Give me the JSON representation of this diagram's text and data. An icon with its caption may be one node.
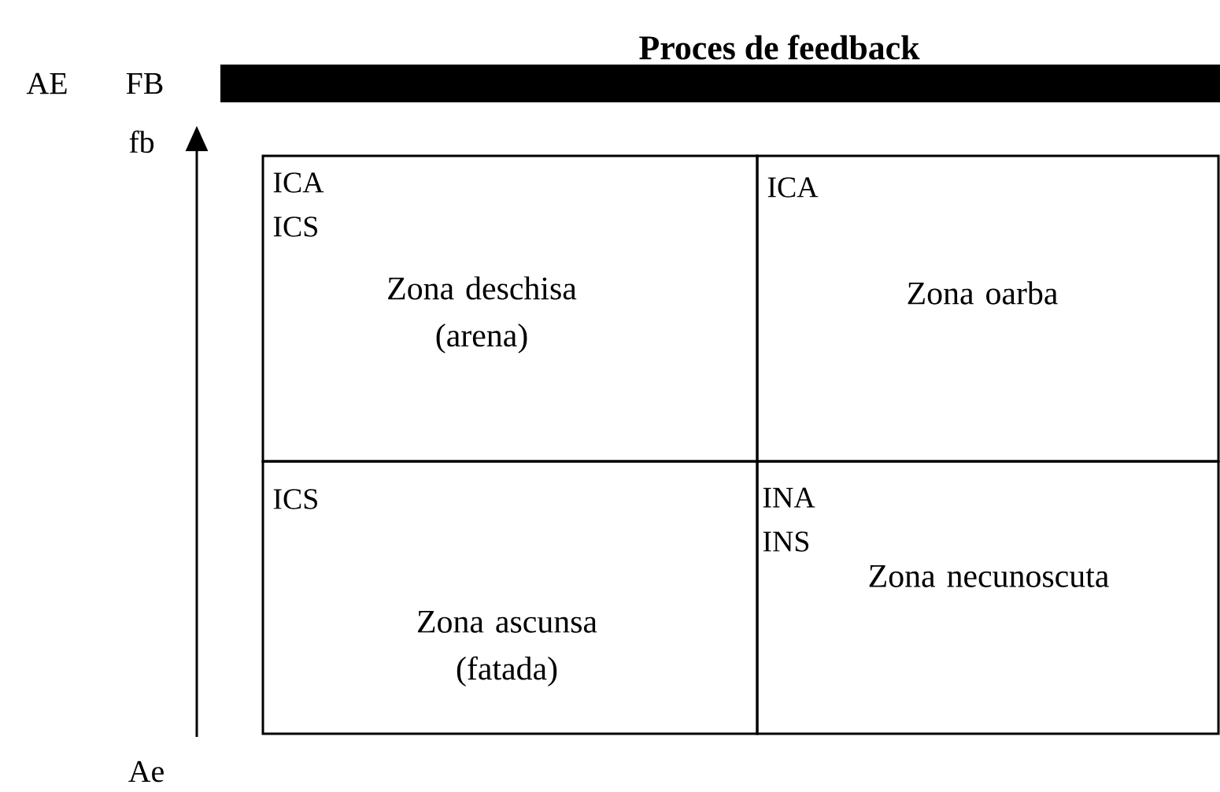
{
  "diagram": {
    "title": "Proces de feedback",
    "nodes": [
      {
        "text": [],
        "shape": "bar"
      },
      {
        "text": [
          "ICA",
          "ICS",
          "Zona deschisa (arena)"
        ]
      },
      {
        "text": [
          "ICA",
          "Zona oarba"
        ]
      },
      {
        "text": [
          "ICS",
          "Zona ascunsa (fatada)"
        ]
      },
      {
        "text": [
          "INA",
          "INS",
          "Zona necunoscuta"
        ]
      }
    ],
    "labels": [
      "AE",
      "FB",
      "fb",
      "Ae"
    ]
  }
}
